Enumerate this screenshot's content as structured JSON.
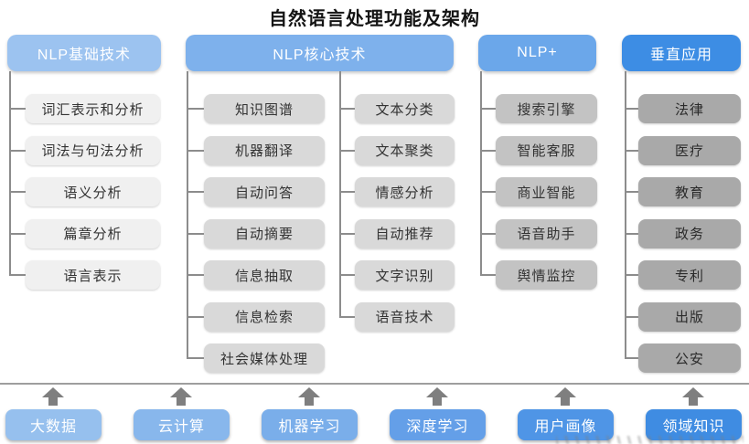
{
  "title": "自然语言处理功能及架构",
  "columns": [
    {
      "header": "NLP基础技术",
      "items": [
        "词汇表示和分析",
        "词法与句法分析",
        "语义分析",
        "篇章分析",
        "语言表示"
      ]
    },
    {
      "header": "NLP核心技术",
      "sub_columns": [
        {
          "items": [
            "知识图谱",
            "机器翻译",
            "自动问答",
            "自动摘要",
            "信息抽取",
            "信息检索",
            "社会媒体处理"
          ]
        },
        {
          "items": [
            "文本分类",
            "文本聚类",
            "情感分析",
            "自动推荐",
            "文字识别",
            "语音技术"
          ]
        }
      ]
    },
    {
      "header": "NLP+",
      "items": [
        "搜索引擎",
        "智能客服",
        "商业智能",
        "语音助手",
        "舆情监控"
      ]
    },
    {
      "header": "垂直应用",
      "items": [
        "法律",
        "医疗",
        "教育",
        "政务",
        "专利",
        "出版",
        "公安"
      ]
    }
  ],
  "foundation": {
    "items": [
      {
        "label": "大数据",
        "color": "#96c0ee"
      },
      {
        "label": "云计算",
        "color": "#88b7ec"
      },
      {
        "label": "机器学习",
        "color": "#7aaeea"
      },
      {
        "label": "深度学习",
        "color": "#649fe8"
      },
      {
        "label": "用户画像",
        "color": "#4f95e6"
      },
      {
        "label": "领域知识",
        "color": "#3f8ce2"
      }
    ]
  },
  "palette": {
    "header_colors": [
      "#9cc3f0",
      "#7eb1ec",
      "#6ba7ea",
      "#3d8de4"
    ],
    "item_colors": [
      "#f0f0f0",
      "#d9d9d9",
      "#c3c3c3",
      "#a9a9a9"
    ],
    "connector_color": "#8c8c8c",
    "arrow_color": "#7f7f7f",
    "separator_color": "#9e9e9e"
  }
}
